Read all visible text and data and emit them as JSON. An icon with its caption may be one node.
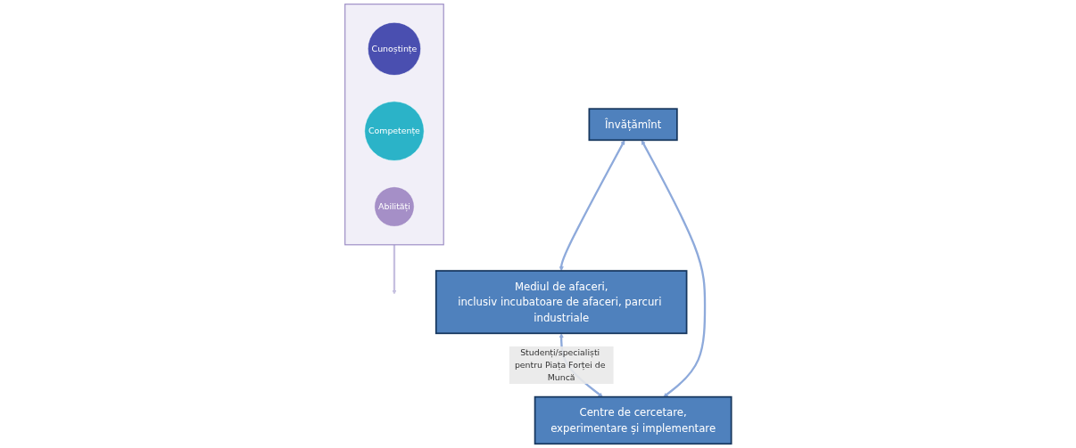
{
  "diagram": {
    "nodes": [
      {
        "text": [
          "Învățămînt"
        ]
      },
      {
        "text": [],
        "shape": "funnel"
      },
      {
        "text": [
          "Cunoștințe"
        ],
        "in": 1
      },
      {
        "text": [
          "Competențe"
        ],
        "in": 1
      },
      {
        "text": [
          "Abilități"
        ],
        "in": 1
      },
      {
        "text": [
          "Mediul de afaceri,",
          "inclusiv incubatoare de afaceri, parcuri industriale"
        ]
      },
      {
        "text": [
          "Centre de cercetare,",
          "experimentare și implementare"
        ]
      }
    ],
    "edges": [
      {
        "from": 0,
        "to": 5,
        "arrow": "both"
      },
      {
        "from": 0,
        "to": 6,
        "arrow": "both"
      },
      {
        "from": 5,
        "to": 6,
        "arrow": "both",
        "label": "Studenți/specialiști pentru Piața Forței de Muncă"
      },
      {
        "from": 1,
        "to": null,
        "arrow": "to",
        "color": "#c6c0e0"
      }
    ]
  }
}
